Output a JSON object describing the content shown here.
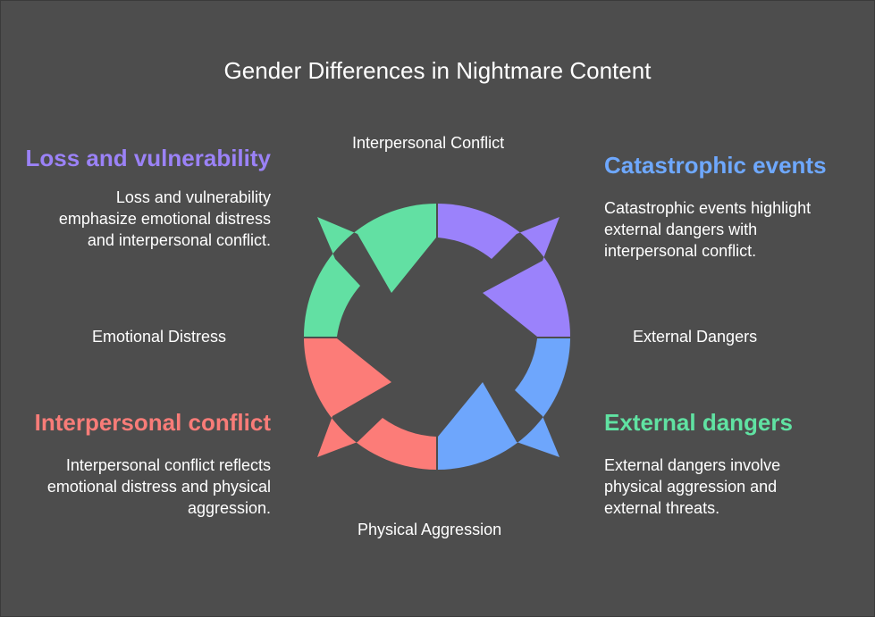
{
  "title": "Gender Differences in Nightmare Content",
  "axis": {
    "top": "Interpersonal Conflict",
    "left": "Emotional Distress",
    "right": "External Dangers",
    "bottom": "Physical Aggression"
  },
  "quadrants": {
    "top_left": {
      "heading": "Loss and vulnerability",
      "desc": "Loss and vulnerability emphasize emotional distress and interpersonal conflict.",
      "color": "#9b82f7"
    },
    "top_right": {
      "heading": "Catastrophic events",
      "desc": "Catastrophic events highlight external dangers with interpersonal conflict.",
      "color": "#6ea8fe"
    },
    "bottom_left": {
      "heading": "Interpersonal conflict",
      "desc": "Interpersonal conflict reflects emotional distress and physical aggression.",
      "color": "#f87c78"
    },
    "bottom_right": {
      "heading": "External dangers",
      "desc": "External dangers involve physical aggression and external threats.",
      "color": "#60e2a2"
    }
  },
  "cycle_colors": {
    "top_left": "#62e0a3",
    "top_right": "#9b82fb",
    "bottom_right": "#6ea6fc",
    "bottom_left": "#fc7c78"
  }
}
